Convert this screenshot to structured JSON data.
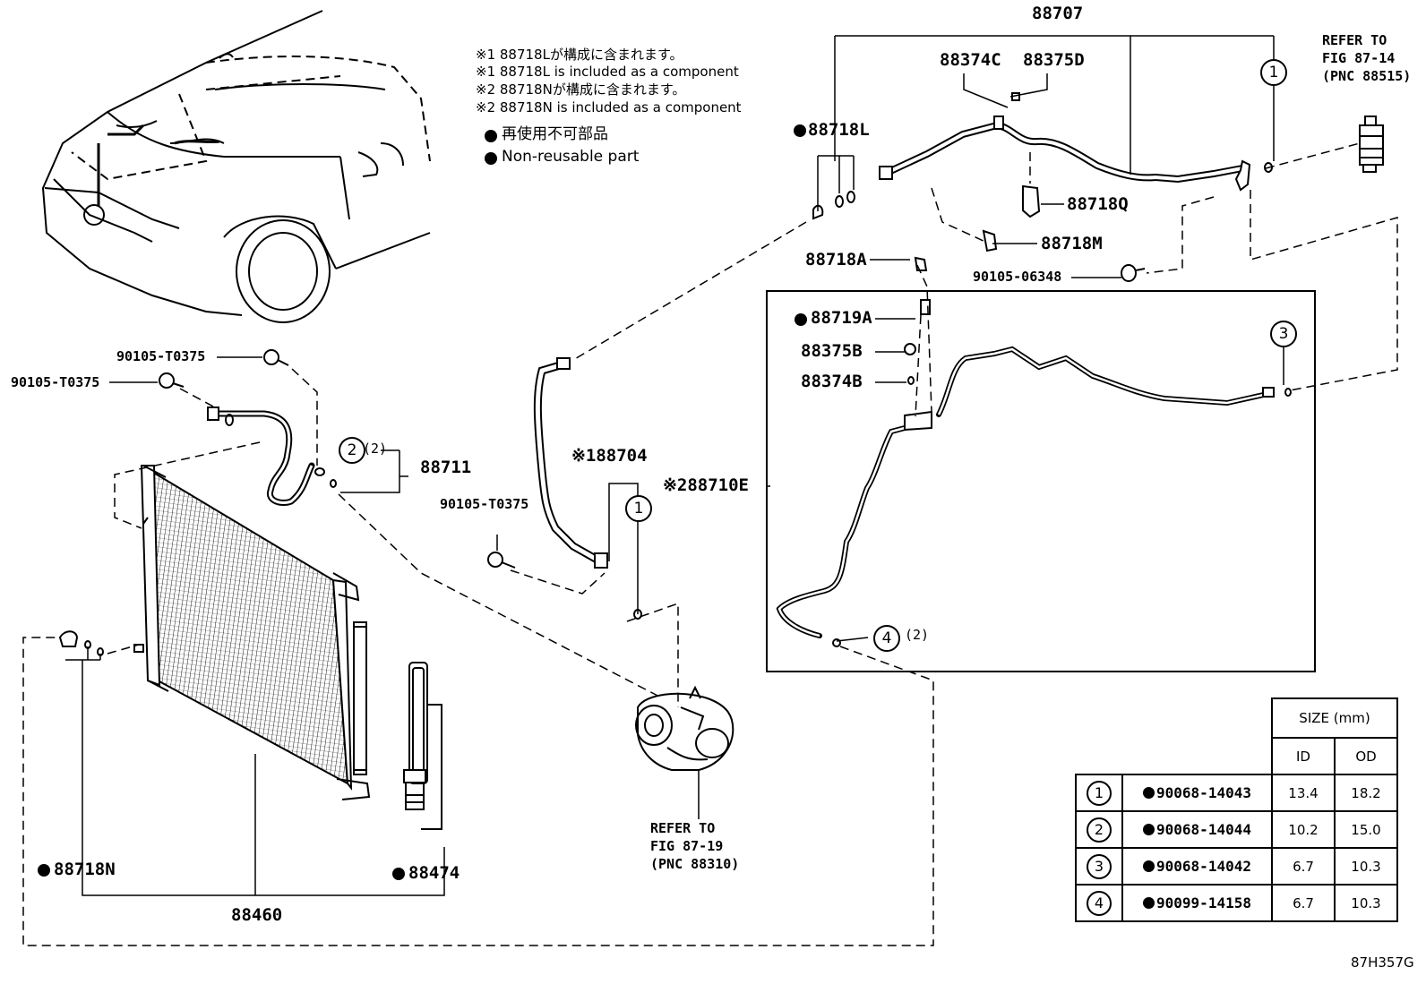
{
  "notes": {
    "line1": "※1 88718Lが構成に含まれます。",
    "line2": "※1 88718L is included as a component",
    "line3": "※2 88718Nが構成に含まれます。",
    "line4": "※2 88718N is included as a component",
    "line5": "再使用不可部品",
    "line6": "Non-reusable part"
  },
  "labels": {
    "p88707": "88707",
    "p88374c": "88374C",
    "p88375d": "88375D",
    "p88718l": "88718L",
    "p88718q": "88718Q",
    "p88718m": "88718M",
    "p88718a": "88718A",
    "p90105_06348": "90105-06348",
    "p88719a": "88719A",
    "p88375b": "88375B",
    "p88374b": "88374B",
    "p90105_t0375_a": "90105-T0375",
    "p90105_t0375_b": "90105-T0375",
    "p90105_t0375_c": "90105-T0375",
    "p88711": "88711",
    "qty2_a": "(2)",
    "qty2_b": "(2)",
    "p88704": "※188704",
    "p88710e": "※288710E",
    "p88718n": "88718N",
    "p88474": "88474",
    "p88460": "88460",
    "refer_top": [
      "REFER TO",
      "FIG 87-14",
      "(PNC 88515)"
    ],
    "refer_bottom": [
      "REFER TO",
      "FIG 87-19",
      "(PNC 88310)"
    ],
    "fig_id": "87H357G",
    "circle1": "1",
    "circle2": "2",
    "circle3": "3",
    "circle4": "4"
  },
  "size_table": {
    "header": "SIZE (mm)",
    "col_id": "ID",
    "col_od": "OD",
    "rows": [
      {
        "no": "1",
        "part": "90068-14043",
        "id": "13.4",
        "od": "18.2"
      },
      {
        "no": "2",
        "part": "90068-14044",
        "id": "10.2",
        "od": "15.0"
      },
      {
        "no": "3",
        "part": "90068-14042",
        "id": "6.7",
        "od": "10.3"
      },
      {
        "no": "4",
        "part": "90099-14158",
        "id": "6.7",
        "od": "10.3"
      }
    ]
  }
}
